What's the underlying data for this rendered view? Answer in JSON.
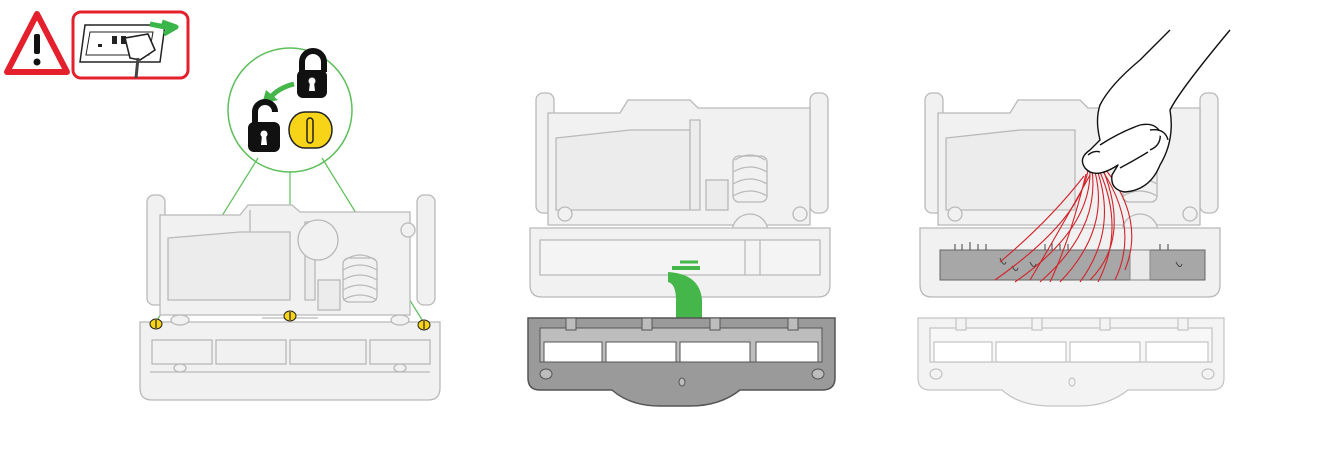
{
  "figure": {
    "domain": "instructional-diagram",
    "steps": [
      {
        "id": 1,
        "icons": [
          "warning-triangle-icon",
          "unplug-icon",
          "locked-padlock-icon",
          "unlocked-padlock-icon",
          "turn-screw-icon"
        ]
      },
      {
        "id": 2,
        "icons": [
          "down-arrow-icon",
          "bottom-plate-removed"
        ]
      },
      {
        "id": 3,
        "icons": [
          "hand-icon",
          "hair-tangle-icon"
        ]
      }
    ],
    "colors": {
      "warning_red": "#e4202c",
      "plug_arrow_green": "#3ab54a",
      "leader_line_green": "#5cbf5a",
      "screw_yellow": "#f7d417",
      "arrow_green": "#45b649",
      "hair_red": "#d2232a",
      "device_fill": "#f1f1f1",
      "device_stroke": "#b9b9b9",
      "plate_dark": "#9a9a9a",
      "brush_gray": "#a7a7a7"
    }
  }
}
